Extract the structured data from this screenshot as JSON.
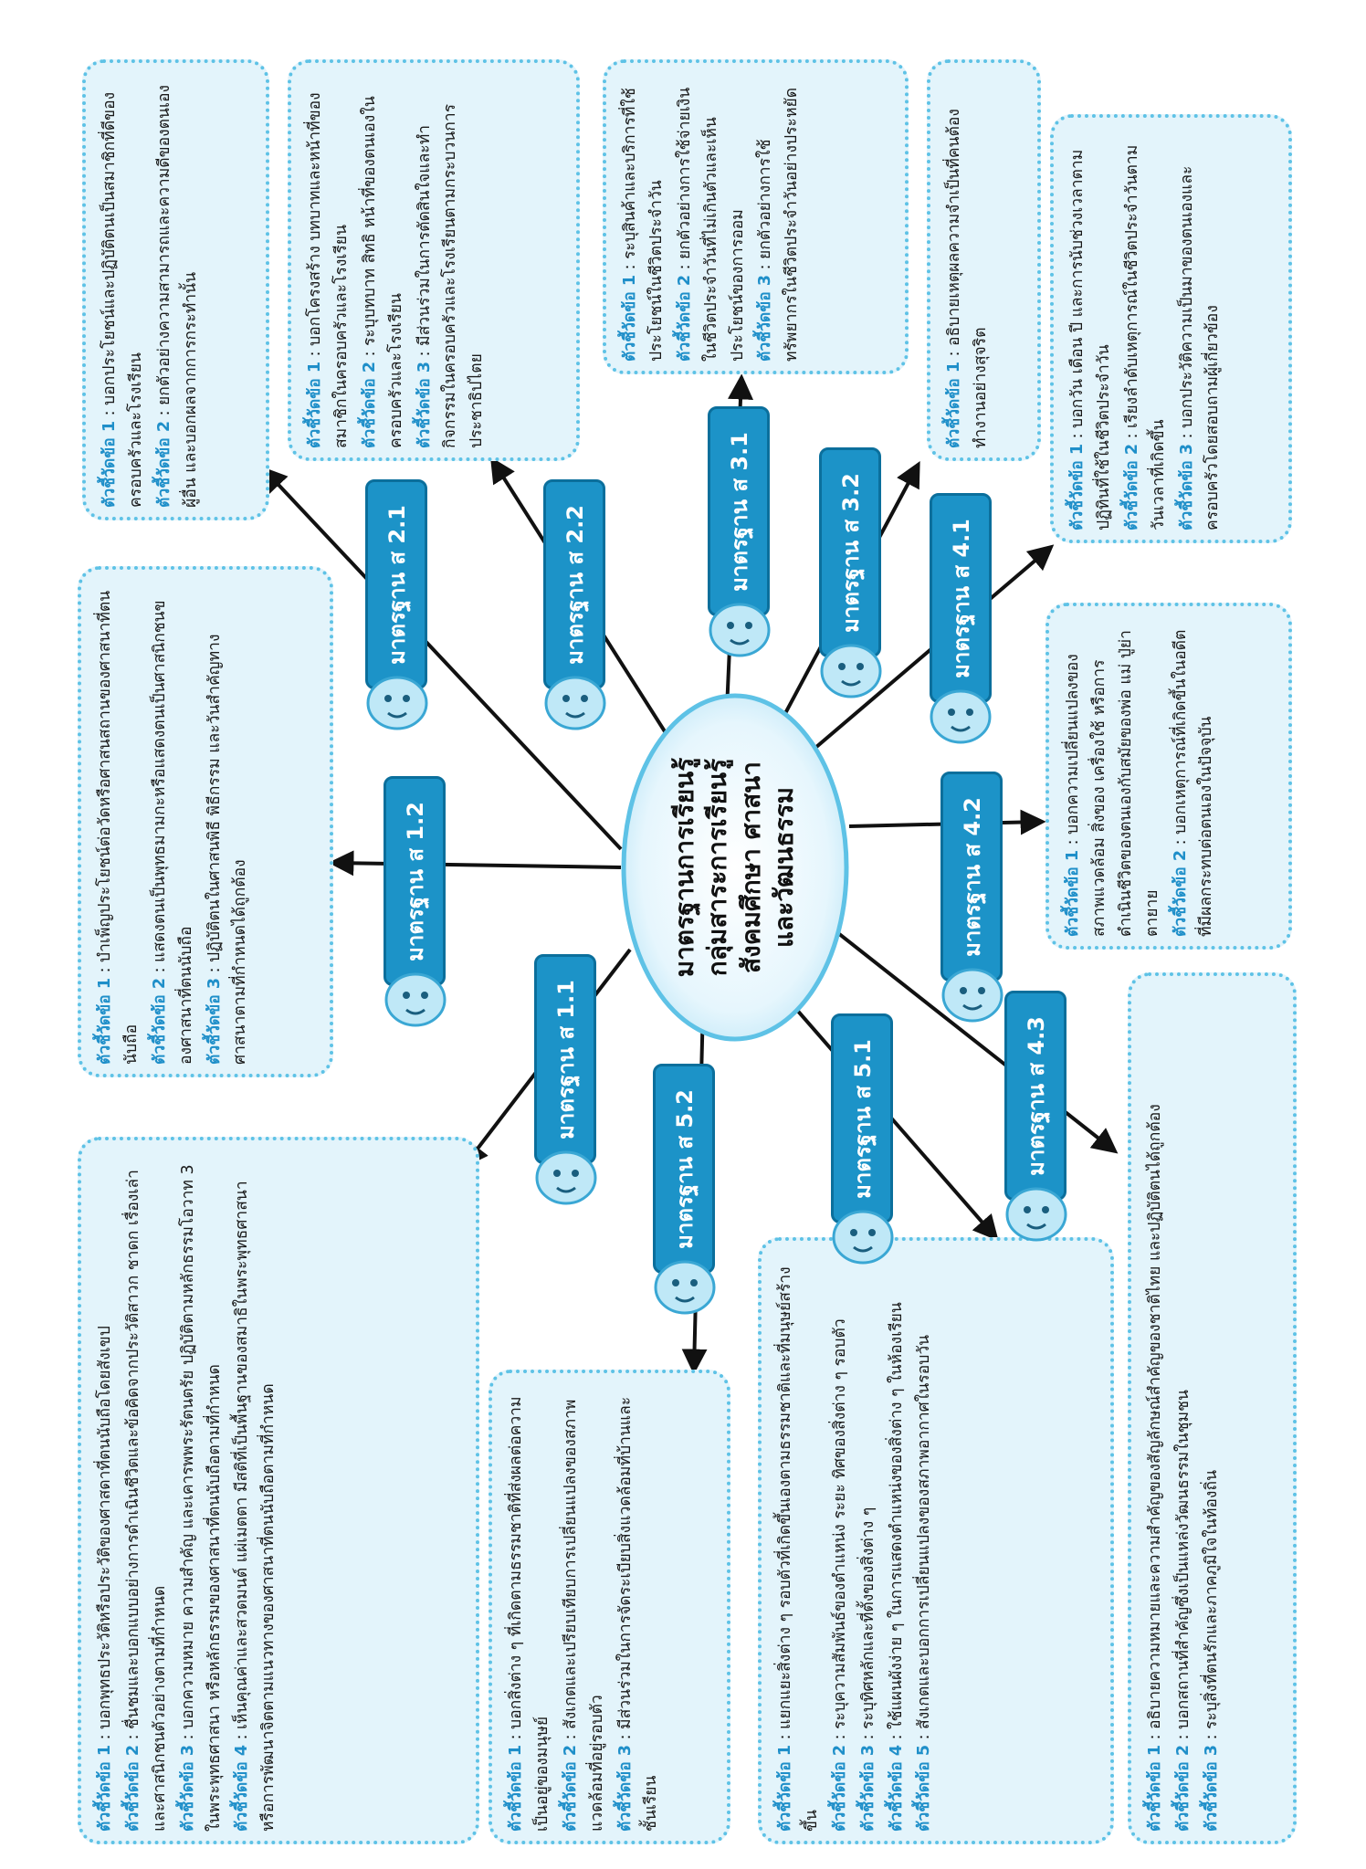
{
  "center": {
    "lines": [
      "มาตรฐานการเรียนรู้",
      "กลุ่มสาระการเรียนรู้",
      "สังคมศึกษา ศาสนา",
      "และวัฒนธรรม"
    ]
  },
  "standards": {
    "s11": "มาตรฐาน ส 1.1",
    "s12": "มาตรฐาน ส 1.2",
    "s21": "มาตรฐาน ส 2.1",
    "s22": "มาตรฐาน ส 2.2",
    "s31": "มาตรฐาน ส 3.1",
    "s32": "มาตรฐาน ส 3.2",
    "s41": "มาตรฐาน ส 4.1",
    "s42": "มาตรฐาน ส 4.2",
    "s43": "มาตรฐาน ส 4.3",
    "s51": "มาตรฐาน ส 5.1",
    "s52": "มาตรฐาน ส 5.2"
  },
  "boxes": {
    "s11": [
      {
        "label": "ตัวชี้วัดข้อ 1",
        "text": " : บอกพุทธประวัติหรือประวัติของศาสดาที่ตนนับถือโดยสังเขป"
      },
      {
        "label": "ตัวชี้วัดข้อ 2",
        "text": " : ชื่นชมและบอกแบบอย่างการดำเนินชีวิตและข้อคิดจากประวัติสาวก ชาดก เรื่องเล่าและศาสนิกชนตัวอย่างตามที่กำหนด"
      },
      {
        "label": "ตัวชี้วัดข้อ 3",
        "text": " : บอกความหมาย ความสำคัญ และเคารพพระรัตนตรัย ปฏิบัติตามหลักธรรมโอวาท 3 ในพระพุทธศาสนา หรือหลักธรรมของศาสนาที่ตนนับถือตามที่กำหนด"
      },
      {
        "label": "ตัวชี้วัดข้อ 4",
        "text": " : เห็นคุณค่าและสวดมนต์ แผ่เมตตา มีสติที่เป็นพื้นฐานของสมาธิในพระพุทธศาสนาหรือการพัฒนาจิตตามแนวทางของศาสนาที่ตนนับถือตามที่กำหนด"
      }
    ],
    "s12": [
      {
        "label": "ตัวชี้วัดข้อ 1",
        "text": " : บำเพ็ญประโยชน์ต่อวัดหรือศาสนสถานของศาสนาที่ตนนับถือ"
      },
      {
        "label": "ตัวชี้วัดข้อ 2",
        "text": " : แสดงตนเป็นพุทธมามกะหรือแสดงตนเป็นศาสนิกชนของศาสนาที่ตนนับถือ"
      },
      {
        "label": "ตัวชี้วัดข้อ 3",
        "text": " : ปฏิบัติตนในศาสนพิธี พิธีกรรม และวันสำคัญทางศาสนาตามที่กำหนดได้ถูกต้อง"
      }
    ],
    "s21": [
      {
        "label": "ตัวชี้วัดข้อ 1",
        "text": " : บอกประโยชน์และปฏิบัติตนเป็นสมาชิกที่ดีของครอบครัวและโรงเรียน"
      },
      {
        "label": "ตัวชี้วัดข้อ 2",
        "text": " : ยกตัวอย่างความสามารถและความดีของตนเอง ผู้อื่น และบอกผลจากการกระทำนั้น"
      }
    ],
    "s22": [
      {
        "label": "ตัวชี้วัดข้อ 1",
        "text": " : บอกโครงสร้าง บทบาทและหน้าที่ของสมาชิกในครอบครัวและโรงเรียน"
      },
      {
        "label": "ตัวชี้วัดข้อ 2",
        "text": " : ระบุบทบาท สิทธิ หน้าที่ของตนเองในครอบครัวและโรงเรียน"
      },
      {
        "label": "ตัวชี้วัดข้อ 3",
        "text": " : มีส่วนร่วมในการตัดสินใจและทำกิจกรรมในครอบครัวและโรงเรียนตามกระบวนการประชาธิปไตย"
      }
    ],
    "s31": [
      {
        "label": "ตัวชี้วัดข้อ 1",
        "text": " : ระบุสินค้าและบริการที่ใช้ประโยชน์ในชีวิตประจำวัน"
      },
      {
        "label": "ตัวชี้วัดข้อ 2",
        "text": " : ยกตัวอย่างการใช้จ่ายเงินในชีวิตประจำวันที่ไม่เกินตัวและเห็นประโยชน์ของการออม"
      },
      {
        "label": "ตัวชี้วัดข้อ 3",
        "text": " : ยกตัวอย่างการใช้ทรัพยากรในชีวิตประจำวันอย่างประหยัด"
      }
    ],
    "s32": [
      {
        "label": "ตัวชี้วัดข้อ 1",
        "text": " : อธิบายเหตุผลความจำเป็นที่คนต้องทำงานอย่างสุจริต"
      }
    ],
    "s41": [
      {
        "label": "ตัวชี้วัดข้อ 1",
        "text": " : บอกวัน เดือน ปี และการนับช่วงเวลาตามปฏิทินที่ใช้ในชีวิตประจำวัน"
      },
      {
        "label": "ตัวชี้วัดข้อ 2",
        "text": " : เรียงลำดับเหตุการณ์ในชีวิตประจำวันตามวันเวลาที่เกิดขึ้น"
      },
      {
        "label": "ตัวชี้วัดข้อ 3",
        "text": " : บอกประวัติความเป็นมาของตนเองและครอบครัวโดยสอบถามผู้เกี่ยวข้อง"
      }
    ],
    "s42": [
      {
        "label": "ตัวชี้วัดข้อ 1",
        "text": " : บอกความเปลี่ยนแปลงของสภาพแวดล้อม สิ่งของ เครื่องใช้ หรือการดำเนินชีวิตของตนเองกับสมัยของพ่อ แม่ ปู่ย่า ตายาย"
      },
      {
        "label": "ตัวชี้วัดข้อ 2",
        "text": " : บอกเหตุการณ์ที่เกิดขึ้นในอดีตที่มีผลกระทบต่อตนเองในปัจจุบัน"
      }
    ],
    "s43": [
      {
        "label": "ตัวชี้วัดข้อ 1",
        "text": " : อธิบายความหมายและความสำคัญของสัญลักษณ์สำคัญของชาติไทย และปฏิบัติตนได้ถูกต้อง"
      },
      {
        "label": "ตัวชี้วัดข้อ 2",
        "text": " : บอกสถานที่สำคัญซึ่งเป็นแหล่งวัฒนธรรมในชุมชน"
      },
      {
        "label": "ตัวชี้วัดข้อ 3",
        "text": " : ระบุสิ่งที่ตนรักและภาคภูมิใจในท้องถิ่น"
      }
    ],
    "s51": [
      {
        "label": "ตัวชี้วัดข้อ 1",
        "text": " : แยกแยะสิ่งต่าง ๆ รอบตัวที่เกิดขึ้นเองตามธรรมชาติและที่มนุษย์สร้างขึ้น"
      },
      {
        "label": "ตัวชี้วัดข้อ 2",
        "text": " : ระบุความสัมพันธ์ของตำแหน่ง ระยะ ทิศของสิ่งต่าง ๆ รอบตัว"
      },
      {
        "label": "ตัวชี้วัดข้อ 3",
        "text": " : ระบุทิศหลักและที่ตั้งของสิ่งต่าง ๆ"
      },
      {
        "label": "ตัวชี้วัดข้อ 4",
        "text": " : ใช้แผนผังง่าย ๆ ในการแสดงตำแหน่งของสิ่งต่าง ๆ ในห้องเรียน"
      },
      {
        "label": "ตัวชี้วัดข้อ 5",
        "text": " : สังเกตและบอกการเปลี่ยนแปลงของสภาพอากาศในรอบวัน"
      }
    ],
    "s52": [
      {
        "label": "ตัวชี้วัดข้อ 1",
        "text": " : บอกสิ่งต่าง ๆ ที่เกิดตามธรรมชาติที่ส่งผลต่อความเป็นอยู่ของมนุษย์"
      },
      {
        "label": "ตัวชี้วัดข้อ 2",
        "text": " : สังเกตและเปรียบเทียบการเปลี่ยนแปลงของสภาพแวดล้อมที่อยู่รอบตัว"
      },
      {
        "label": "ตัวชี้วัดข้อ 3",
        "text": " : มีส่วนร่วมในการจัดระเบียบสิ่งแวดล้อมที่บ้านและชั้นเรียน"
      }
    ]
  },
  "colors": {
    "box_fill": "#e3f4fb",
    "box_border": "#5ec2e6",
    "label_blue": "#1f8fc9",
    "standard_fill": "#1c93c8",
    "center_fill": "#e6f6fd"
  }
}
